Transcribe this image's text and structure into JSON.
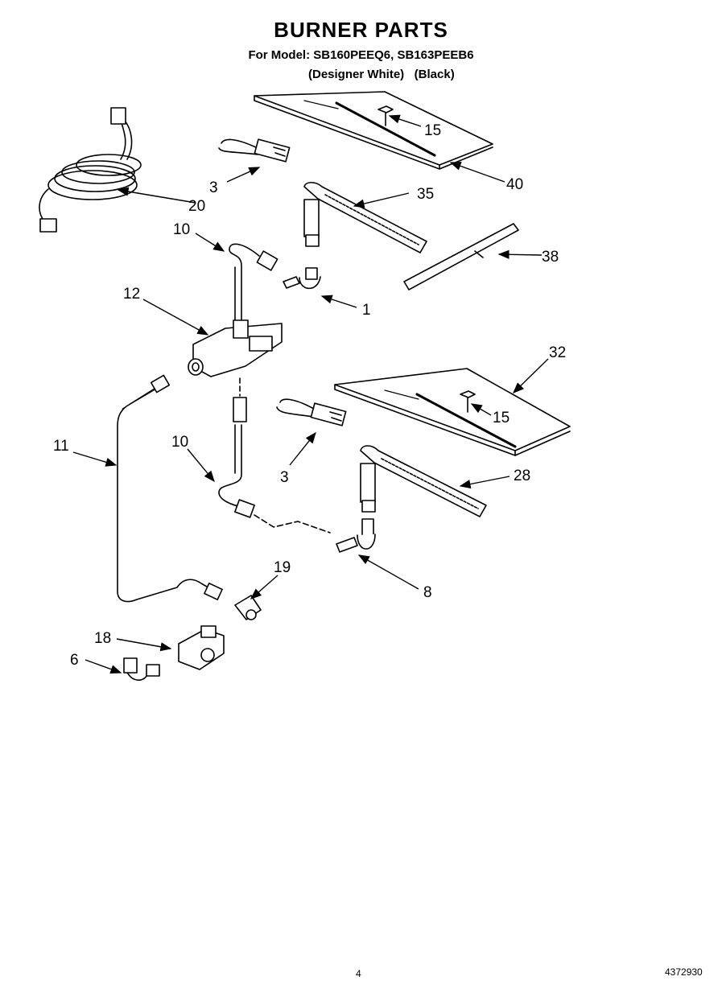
{
  "header": {
    "title": "BURNER PARTS",
    "model_line": "For Model: SB160PEEQ6, SB163PEEB6",
    "variants_line": "(Designer White)   (Black)"
  },
  "callouts": {
    "c1": "1",
    "c3a": "3",
    "c3b": "3",
    "c6": "6",
    "c8": "8",
    "c10a": "10",
    "c10b": "10",
    "c11": "11",
    "c12": "12",
    "c15a": "15",
    "c15b": "15",
    "c18": "18",
    "c19": "19",
    "c20": "20",
    "c28": "28",
    "c32": "32",
    "c35": "35",
    "c38": "38",
    "c40": "40"
  },
  "footer": {
    "page_number": "4",
    "doc_number": "4372930"
  }
}
